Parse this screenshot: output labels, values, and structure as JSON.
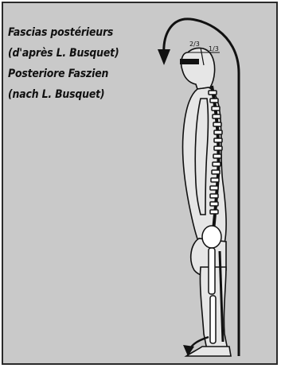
{
  "caption": {
    "line1": "Fascias postérieurs",
    "line2": "(d'après L. Busquet)",
    "line3": "Posteriore Faszien",
    "line4": "(nach L. Busquet)"
  },
  "labels": {
    "fraction_left": "2/3",
    "fraction_right": "1/3"
  },
  "colors": {
    "background": "#c9c9c9",
    "ink": "#111111",
    "figure_fill": "#e6e6e6"
  }
}
